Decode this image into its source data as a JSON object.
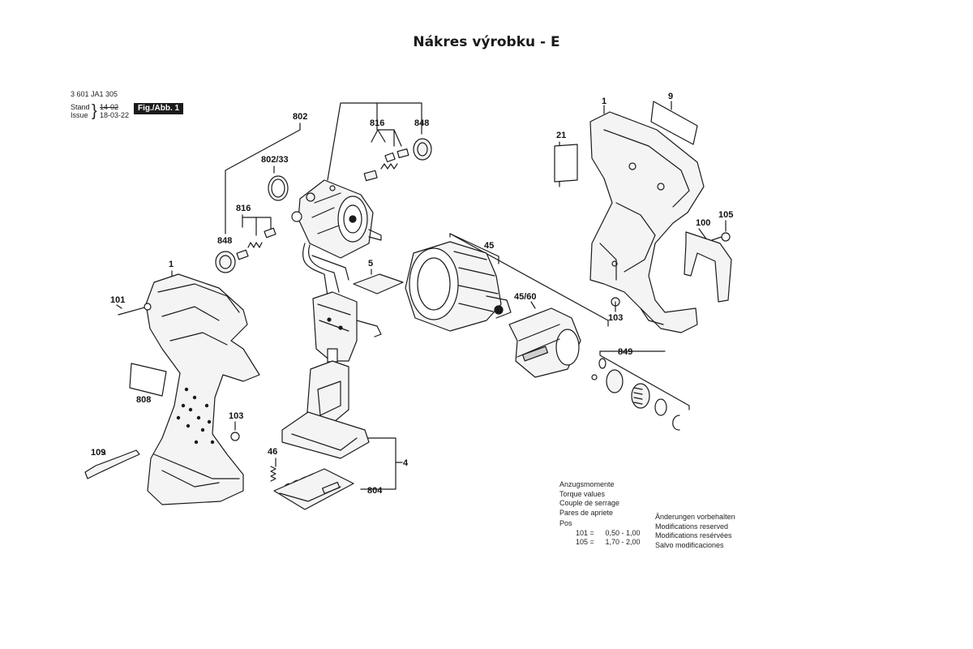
{
  "header": {
    "title": "Nákres výrobku - E",
    "part_number": "3 601 JA1 305",
    "stand_label": "Stand",
    "issue_label": "Issue",
    "stand_date": "14-02",
    "issue_date": "18-03-22",
    "figure_badge": "Fig./Abb. 1"
  },
  "callouts": {
    "c802": "802",
    "c802_33": "802/33",
    "c816_top": "816",
    "c848_top": "848",
    "c816_left": "816",
    "c848_left": "848",
    "c1_right": "1",
    "c9": "9",
    "c21": "21",
    "c100": "100",
    "c105": "105",
    "c1_left": "1",
    "c101": "101",
    "c808": "808",
    "c103_left": "103",
    "c109": "109",
    "c5": "5",
    "c45": "45",
    "c45_60": "45/60",
    "c103_right": "103",
    "c849": "849",
    "c46": "46",
    "c4": "4",
    "c804": "804"
  },
  "torque": {
    "heading_de": "Anzugsmomente",
    "heading_en": "Torque values",
    "heading_fr": "Couple de serrage",
    "heading_es": "Pares de apriete",
    "pos_label": "Pos",
    "rows": [
      {
        "pos": "101 =",
        "value": "0,50 - 1,00"
      },
      {
        "pos": "105 =",
        "value": "1,70 - 2,00"
      }
    ]
  },
  "modifications": {
    "de": "Änderungen vorbehalten",
    "en": "Modifications reserved",
    "fr": "Modifications resérvées",
    "es": "Salvo modificaciones"
  },
  "colors": {
    "line": "#1a1a1a",
    "part_fill": "#f4f4f4",
    "shade": "#cfcfcf",
    "badge": "#1b1b1b"
  }
}
